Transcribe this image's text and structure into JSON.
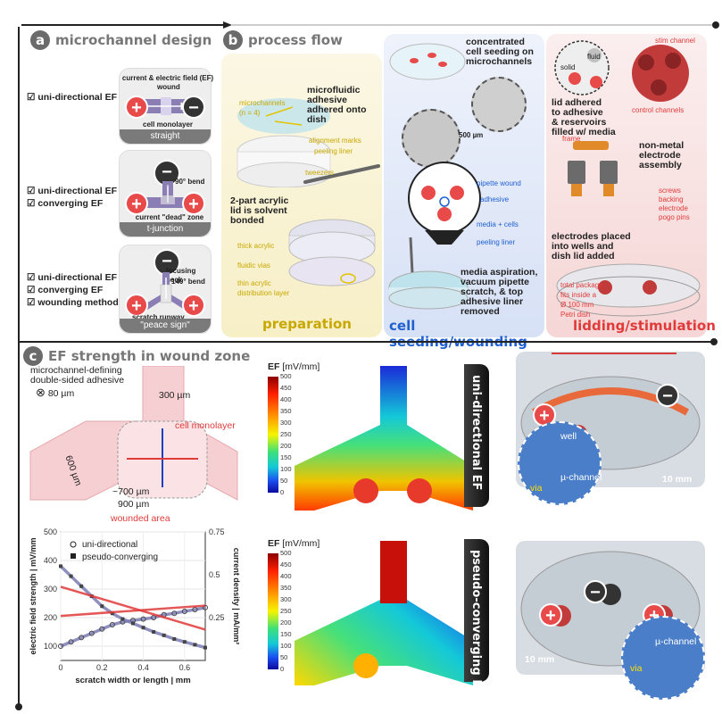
{
  "panel_a": {
    "badge": "a",
    "title": "microchannel design",
    "straight": {
      "checks": [
        "uni-directional EF"
      ],
      "label_current": "current & electric field (EF)",
      "label_wound": "wound",
      "label_monolayer": "cell monolayer",
      "footer": "straight"
    },
    "tjunction": {
      "checks": [
        "uni-directional EF",
        "converging EF"
      ],
      "label_bend": "90° bend",
      "label_dead": "current \"dead\" zone",
      "footer": "t-junction"
    },
    "peace": {
      "checks": [
        "uni-directional EF",
        "converging EF",
        "wounding method"
      ],
      "label_neck": "focusing neck",
      "label_bend": "140° bend",
      "label_runway": "scratch runway",
      "footer": "\"peace sign\""
    }
  },
  "panel_b": {
    "badge": "b",
    "title": "process flow",
    "preparation": {
      "label": "preparation",
      "microchannels": "microchannels\n(n = 4)",
      "adhesive": "microfluidic\nadhesive\nadhered onto\ndish",
      "alignment": "alignment marks",
      "liner": "peeling liner",
      "tweezers": "tweezers",
      "lid": "2-part acrylic\nlid is solvent\nbonded",
      "thick": "thick acrylic",
      "vias": "fluidic vias",
      "thin": "thin acrylic\ndistribution layer"
    },
    "seeding": {
      "label": "cell seeding/wounding",
      "concentrated": "concentrated\ncell seeding on\nmicrochannels",
      "scale": "500 µm",
      "pipette": "pipette wound",
      "adhesive": "adhesive",
      "media": "media + cells",
      "liner": "peeling liner",
      "aspiration": "media aspiration,\nvacuum pipette\nscratch, & top\nadhesive liner\nremoved"
    },
    "lidding": {
      "label": "lidding/stimulation",
      "fluid": "fluid",
      "solid": "solid",
      "stim": "stim channel",
      "control": "control channels",
      "lid": "lid adhered\nto adhesive\n& reservoirs\nfilled w/ media",
      "nonmetal": "non-metal\nelectrode\nassembly",
      "frame": "frame",
      "screws": "screws",
      "backing": "backing",
      "electrode": "electrode",
      "pogo": "pogo pins",
      "placed": "electrodes placed\ninto wells and\ndish lid added",
      "package": "total package\nfits inside a\nØ 100 mm\nPetri dish"
    }
  },
  "panel_c": {
    "badge": "c",
    "title": "EF strength in wound zone",
    "adhesive_note": "microchannel-defining\ndouble-sided adhesive",
    "thickness": "80 µm",
    "w300": "300 µm",
    "monolayer": "cell monolayer",
    "w600": "600 µm",
    "w700": "~700 µm",
    "w900": "900 µm",
    "wounded": "wounded area",
    "ef_title": "EF",
    "ef_unit": "[mV/mm]",
    "scale_ticks": [
      "500",
      "450",
      "400",
      "350",
      "300",
      "250",
      "200",
      "150",
      "100",
      "50",
      "0"
    ],
    "tab_uni": "uni-directional EF",
    "tab_pseudo": "pseudo-converging EF",
    "photo1": {
      "well": "well",
      "channel": "µ-channel",
      "via": "via",
      "scale": "10 mm"
    },
    "photo2": {
      "channel": "µ-channel",
      "via": "via",
      "scale": "10 mm"
    }
  },
  "chart_data": {
    "type": "line",
    "xlabel": "scratch width or length | mm",
    "ylabel": "electric field strength | mV/mm",
    "y2label": "current density | mA/mm²",
    "xlim": [
      0,
      0.7
    ],
    "ylim": [
      50,
      500
    ],
    "y2lim": [
      0,
      0.75
    ],
    "xticks": [
      "0",
      "0.2",
      "0.4",
      "0.6"
    ],
    "yticks": [
      "100",
      "200",
      "300",
      "400",
      "500"
    ],
    "y2ticks": [
      "0.25",
      "0.5",
      "0.75"
    ],
    "legend": [
      "uni-directional",
      "pseudo-converging"
    ],
    "series": [
      {
        "name": "uni-directional",
        "axis": "left",
        "color": "#7b7bb5",
        "x": [
          0,
          0.05,
          0.1,
          0.15,
          0.2,
          0.25,
          0.3,
          0.35,
          0.4,
          0.45,
          0.5,
          0.55,
          0.6,
          0.65,
          0.7
        ],
        "values": [
          100,
          115,
          130,
          145,
          160,
          175,
          185,
          190,
          195,
          200,
          210,
          215,
          222,
          228,
          235
        ]
      },
      {
        "name": "pseudo-converging",
        "axis": "left",
        "color": "#7b7bb5",
        "x": [
          0,
          0.05,
          0.1,
          0.15,
          0.2,
          0.25,
          0.3,
          0.35,
          0.4,
          0.45,
          0.5,
          0.55,
          0.6,
          0.65,
          0.7
        ],
        "values": [
          380,
          345,
          310,
          275,
          240,
          215,
          195,
          180,
          165,
          150,
          138,
          125,
          115,
          105,
          95
        ]
      },
      {
        "name": "uni-directional",
        "axis": "right",
        "color": "#e03a3a",
        "x": [
          0,
          0.7
        ],
        "values": [
          0.26,
          0.32
        ]
      },
      {
        "name": "pseudo-converging",
        "axis": "right",
        "color": "#e03a3a",
        "x": [
          0,
          0.7
        ],
        "values": [
          0.43,
          0.18
        ]
      }
    ]
  }
}
